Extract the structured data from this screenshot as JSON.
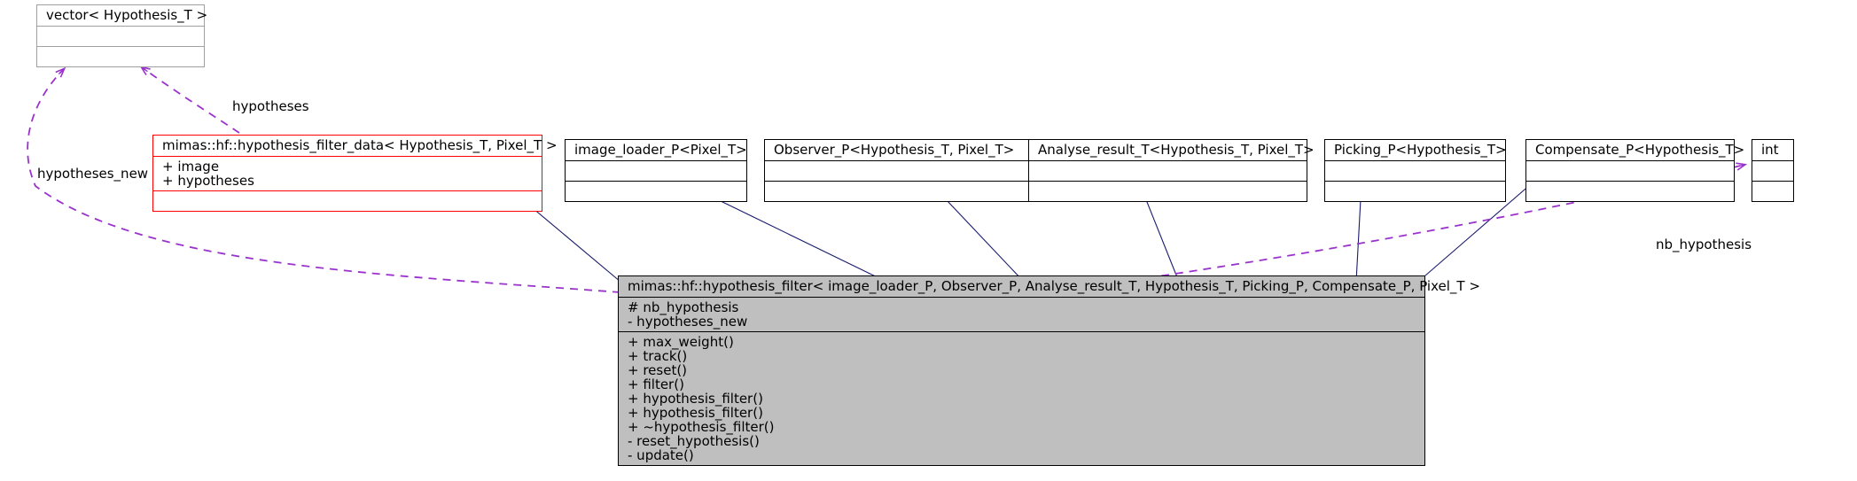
{
  "diagram": {
    "kind": "uml-collaboration-diagram",
    "background": "#ffffff",
    "colors": {
      "inheritance_edge": "#1a1a6e",
      "association_edge": "#9a32cd",
      "focal_fill": "#bfbfbf",
      "highlight_border": "#ff0000",
      "neutral_border": "#000000",
      "muted_border": "#a0a0a0"
    }
  },
  "nodes": {
    "vector_hypothesis": {
      "title": "vector< Hypothesis_T >",
      "attributes": "",
      "operations": ""
    },
    "hypothesis_filter_data": {
      "title": "mimas::hf::hypothesis_filter_data< Hypothesis_T, Pixel_T >",
      "attributes": [
        "+ image",
        "+ hypotheses"
      ],
      "operations": ""
    },
    "image_loader_p": {
      "title": "image_loader_P<Pixel_T>",
      "attributes": "",
      "operations": ""
    },
    "observer_p": {
      "title": "Observer_P<Hypothesis_T, Pixel_T>",
      "attributes": "",
      "operations": ""
    },
    "analyse_result_t": {
      "title": "Analyse_result_T<Hypothesis_T, Pixel_T>",
      "attributes": "",
      "operations": ""
    },
    "picking_p": {
      "title": "Picking_P<Hypothesis_T>",
      "attributes": "",
      "operations": ""
    },
    "compensate_p": {
      "title": "Compensate_P<Hypothesis_T>",
      "attributes": "",
      "operations": ""
    },
    "int_type": {
      "title": "int",
      "attributes": "",
      "operations": ""
    },
    "hypothesis_filter": {
      "title": "mimas::hf::hypothesis_filter< image_loader_P, Observer_P, Analyse_result_T, Hypothesis_T, Picking_P, Compensate_P, Pixel_T >",
      "attributes": [
        "# nb_hypothesis",
        "- hypotheses_new"
      ],
      "operations": [
        "+ max_weight()",
        "+ track()",
        "+ reset()",
        "+ filter()",
        "+ hypothesis_filter()",
        "+ hypothesis_filter()",
        "+ ~hypothesis_filter()",
        "- reset_hypothesis()",
        "- update()"
      ]
    }
  },
  "edge_labels": {
    "hypotheses": "hypotheses",
    "hypotheses_new": "hypotheses_new",
    "nb_hypothesis": "nb_hypothesis"
  }
}
